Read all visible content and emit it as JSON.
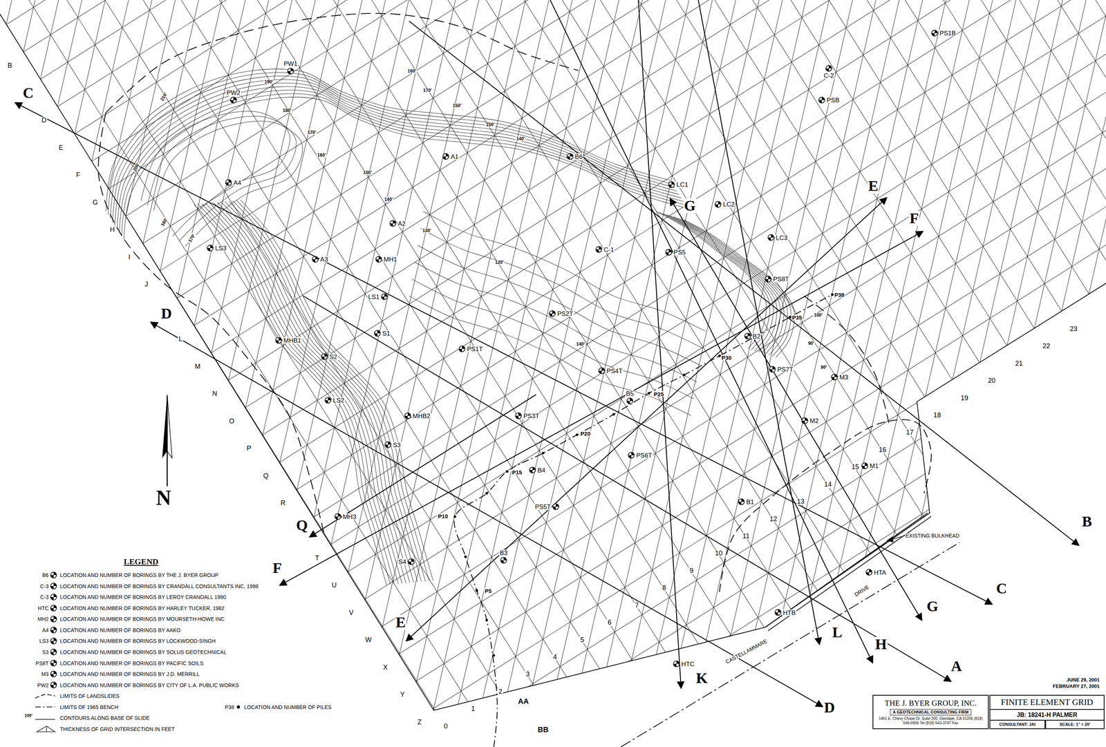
{
  "diagram": {
    "nodes": [
      {
        "text": [
          "THE J. BYER GROUP, INC.",
          "1461 E. Chevy Chase Dr. Suite 200, Glendale, CA 91206 (818) 549-9959 Tel (818) 543-3747 Fax"
        ]
      },
      {
        "text": [
          "A GEOTECHNICAL CONSULTING FIRM"
        ],
        "in": 0
      },
      {
        "text": [
          "FINITE ELEMENT GRID"
        ]
      },
      {
        "text": [
          "JB: 18241-H PALMER"
        ]
      },
      {
        "text": [
          "CONSULTANT: JAI"
        ]
      },
      {
        "text": [
          "SCALE: 1\" = 20'"
        ]
      }
    ],
    "labels": [
      "B",
      "D",
      "E",
      "F",
      "G",
      "H",
      "I",
      "J",
      "L",
      "M",
      "N",
      "O",
      "P",
      "Q",
      "R",
      "T",
      "U",
      "V",
      "W",
      "X",
      "Y",
      "Z",
      "0",
      "1",
      "2",
      "3",
      "4",
      "5",
      "6",
      "7",
      "8",
      "9",
      "10",
      "11",
      "12",
      "13",
      "14",
      "15",
      "16",
      "17",
      "18",
      "19",
      "20",
      "21",
      "22",
      "23",
      "C",
      "D",
      "Q",
      "F",
      "E",
      "K",
      "L",
      "H",
      "D",
      "A",
      "G",
      "C",
      "B",
      "F",
      "E",
      "G",
      "AA",
      "BB",
      "PS1B",
      "C-2",
      "PSB",
      "A1",
      "B6",
      "LC1",
      "LC2",
      "LC3",
      "PW1",
      "PW2",
      "A4",
      "A2",
      "LS3",
      "A3",
      "MH1",
      "C-1",
      "PS5",
      "PS8T",
      "LS1",
      "PS2T",
      "S1",
      "MHB1",
      "PS1T",
      "S2",
      "PS4T",
      "B2",
      "PS7T",
      "M3",
      "LS2",
      "MHB2",
      "PS3T",
      "B5",
      "M2",
      "S3",
      "PS6T",
      "M1",
      "B4",
      "PS5T",
      "B1",
      "MH3",
      "B3",
      "S4",
      "HTA",
      "HTB",
      "HTC",
      "P5",
      "P10",
      "P15",
      "P20",
      "P25",
      "P30",
      "P35",
      "P38",
      "210'",
      "200'",
      "180'",
      "170'",
      "190'",
      "180'",
      "170'",
      "160'",
      "150'",
      "140'",
      "130'",
      "120'",
      "160'",
      "170'",
      "150'",
      "150'",
      "140'",
      "140'",
      "100'",
      "90'",
      "80'",
      "EXISTING BULKHEAD",
      "DRIVE",
      "CASTELLAMMARE",
      "JUNE 29, 2001",
      "FEBRUARY 27, 2001",
      "N",
      "LEGEND",
      "B6",
      "C-3",
      "C-3",
      "HTC",
      "MH2",
      "A4",
      "LS3",
      "S3",
      "PS8T",
      "M3",
      "PW2",
      "100'",
      "P38"
    ],
    "legend": [
      {
        "text": "LOCATION AND NUMBER OF BORINGS BY THE J. BYER GROUP"
      },
      {
        "text": "LOCATION AND NUMBER OF BORINGS BY CRANDALL CONSULTANTS INC, 1998"
      },
      {
        "text": "LOCATION AND NUMBER OF BORINGS BY LEROY CRANDALL 1980"
      },
      {
        "text": "LOCATION AND NUMBER OF BORINGS BY HARLEY TUCKER, 1982"
      },
      {
        "text": "LOCATION AND NUMBER OF BORINGS BY MOURSETH-HOWE INC"
      },
      {
        "text": "LOCATION AND NUMBER OF BORINGS BY AAKO"
      },
      {
        "text": "LOCATION AND NUMBER OF BORINGS BY LOCKWOOD-SINGH"
      },
      {
        "text": "LOCATION AND NUMBER OF BORINGS BY SOLUS GEOTECHNICAL"
      },
      {
        "text": "LOCATION AND NUMBER OF BORINGS BY PACIFIC SOILS"
      },
      {
        "text": "LOCATION AND NUMBER OF BORINGS BY J.D. MERRILL"
      },
      {
        "text": "LOCATION AND NUMBER OF BORINGS BY CITY OF L.A. PUBLIC WORKS"
      },
      {
        "text": "LIMITS OF LANDSLIDES"
      },
      {
        "text": "LIMITS OF 1965 BENCH"
      },
      {
        "text": "CONTOURS ALONG BASE OF SLIDE"
      },
      {
        "text": "THICKNESS OF GRID INTERSECTION IN FEET"
      },
      {
        "text": "LOCATION AND NUMBER OF PILES"
      }
    ]
  }
}
